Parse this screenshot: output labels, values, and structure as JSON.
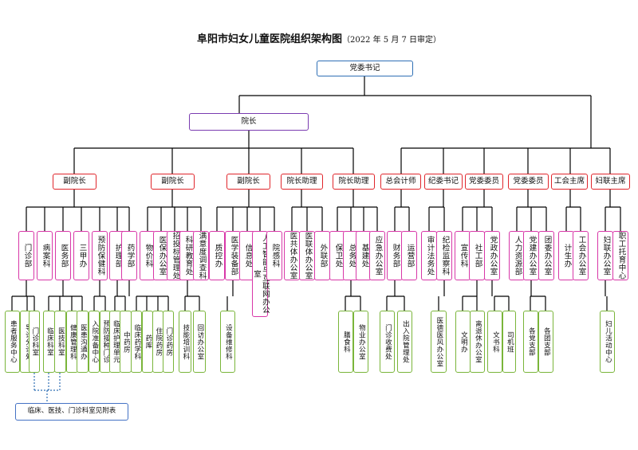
{
  "title": "阜阳市妇女儿童医院组织架构图",
  "subtitle": "（2022 年 5 月 7 日审定）",
  "root": "党委书记",
  "president": "院长",
  "level2": [
    "副院长",
    "副院长",
    "副院长",
    "院长助理",
    "院长助理",
    "总会计师",
    "纪委书记",
    "党委委员",
    "党委委员",
    "工会主席",
    "妇联主席"
  ],
  "depts": [
    "门诊部",
    "病案科",
    "医务部",
    "三甲办",
    "预防保健科",
    "护理部",
    "药学部",
    "物价科",
    "医保办公室",
    "招投标管理处",
    "科研教育处",
    "满意度调查科",
    "质控办",
    "医学装备部",
    "信息处",
    "人工智能与互联网办公室",
    "院感科",
    "医共体办公室",
    "医联体办公室",
    "外联部",
    "保卫处",
    "总务处",
    "基建处",
    "应急办公室",
    "财务部",
    "运营部",
    "审计法务处",
    "纪检监察科",
    "宣传科",
    "社工部",
    "党政办公室",
    "人力资源部",
    "党建办公室",
    "团委办公室",
    "计生办",
    "工会办公室",
    "妇联办公室",
    "职工托育中心"
  ],
  "units": [
    "患者服务中心",
    "导诊分诊处",
    "门诊科室",
    "临床科室",
    "医技科室",
    "健康管理科",
    "医患沟通办",
    "入院准备中心",
    "预防接种门诊",
    "临床护理单元",
    "中药房",
    "临床药学科",
    "药库",
    "住院药房",
    "门诊药房",
    "技能培训科",
    "回访办公室",
    "设备维修科",
    "膳食科",
    "物业办公室",
    "门诊收费处",
    "出入院管理处",
    "医德医风办公室",
    "文明办",
    "离退休办公室",
    "文书科",
    "司机班",
    "各党支部",
    "各团支部",
    "妇儿活动中心"
  ],
  "note": "临床、医技、门诊科室见附表"
}
